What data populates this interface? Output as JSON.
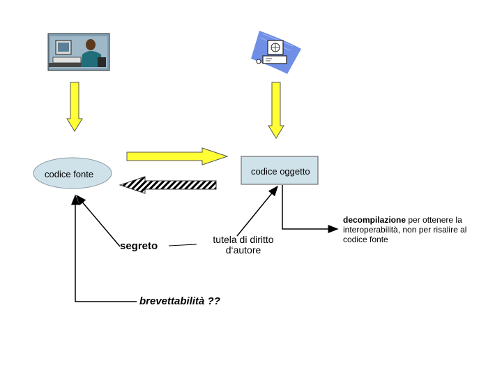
{
  "nodes": {
    "source_code": "codice fonte",
    "object_code": "codice oggetto"
  },
  "labels": {
    "secret": "segreto",
    "copyright": "tutela di diritto d‘autore",
    "patentability": "brevettabilità ??",
    "decompilation_bold": "decompilazione",
    "decompilation_rest": " per ottenere la interoperabilità, non per risalire al codice fonte"
  },
  "icons": {
    "left": "programmer-at-computer-icon",
    "right": "computer-document-icon"
  },
  "colors": {
    "arrow_fill": "#ffff33",
    "object_box_fill": "#cfe2ea",
    "line": "#000000"
  }
}
